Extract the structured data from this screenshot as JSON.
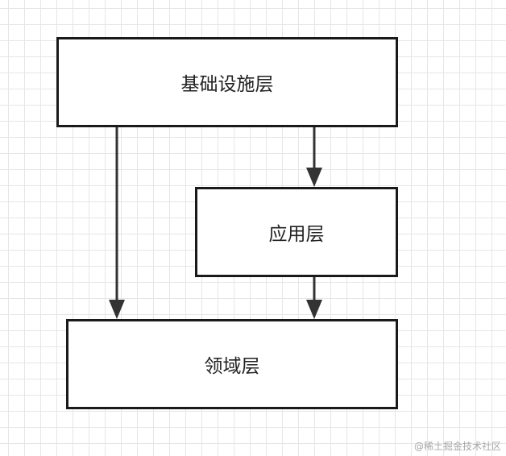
{
  "diagram": {
    "nodes": [
      {
        "id": "infra",
        "label": "基础设施层"
      },
      {
        "id": "app",
        "label": "应用层"
      },
      {
        "id": "domain",
        "label": "领域层"
      }
    ],
    "edges": [
      {
        "from": "infra",
        "to": "app"
      },
      {
        "from": "infra",
        "to": "domain"
      },
      {
        "from": "app",
        "to": "domain"
      }
    ]
  },
  "watermark": "@稀土掘金技术社区",
  "colors": {
    "stroke": "#1a1a1a",
    "grid": "#e6e6e6",
    "text": "#222222"
  }
}
